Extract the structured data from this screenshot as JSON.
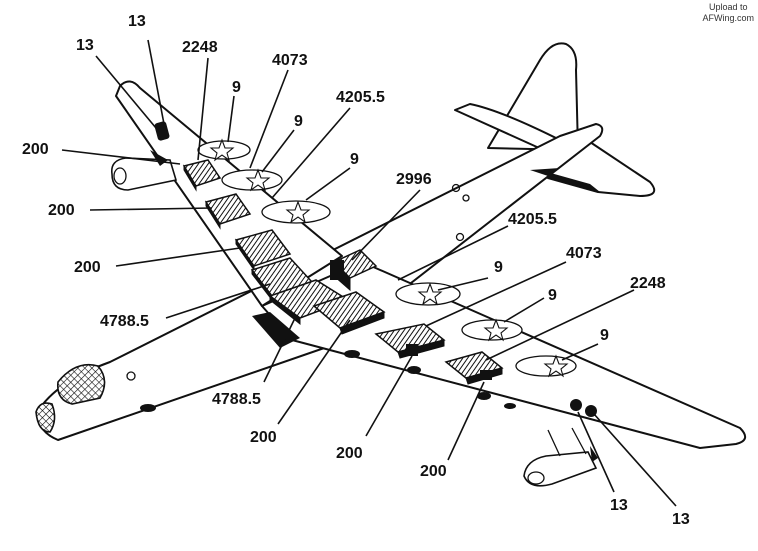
{
  "watermark": {
    "line1": "Upload to",
    "line2": "AFWing.com"
  },
  "callouts": [
    {
      "id": "c-13-top-a",
      "text": "13"
    },
    {
      "id": "c-13-top-b",
      "text": "13"
    },
    {
      "id": "c-2248-left",
      "text": "2248"
    },
    {
      "id": "c-9-left-1",
      "text": "9"
    },
    {
      "id": "c-4073-left",
      "text": "4073"
    },
    {
      "id": "c-9-left-2",
      "text": "9"
    },
    {
      "id": "c-4205-left",
      "text": "4205.5"
    },
    {
      "id": "c-9-left-3",
      "text": "9"
    },
    {
      "id": "c-200-left-1",
      "text": "200"
    },
    {
      "id": "c-200-left-2",
      "text": "200"
    },
    {
      "id": "c-200-left-3",
      "text": "200"
    },
    {
      "id": "c-4788-left",
      "text": "4788.5"
    },
    {
      "id": "c-2996",
      "text": "2996"
    },
    {
      "id": "c-4205-right",
      "text": "4205.5"
    },
    {
      "id": "c-9-right-1",
      "text": "9"
    },
    {
      "id": "c-4073-right",
      "text": "4073"
    },
    {
      "id": "c-9-right-2",
      "text": "9"
    },
    {
      "id": "c-2248-right",
      "text": "2248"
    },
    {
      "id": "c-9-right-3",
      "text": "9"
    },
    {
      "id": "c-4788-bottom",
      "text": "4788.5"
    },
    {
      "id": "c-200-bottom-1",
      "text": "200"
    },
    {
      "id": "c-200-bottom-2",
      "text": "200"
    },
    {
      "id": "c-200-bottom-3",
      "text": "200"
    },
    {
      "id": "c-13-bottom-a",
      "text": "13"
    },
    {
      "id": "c-13-bottom-b",
      "text": "13"
    }
  ]
}
